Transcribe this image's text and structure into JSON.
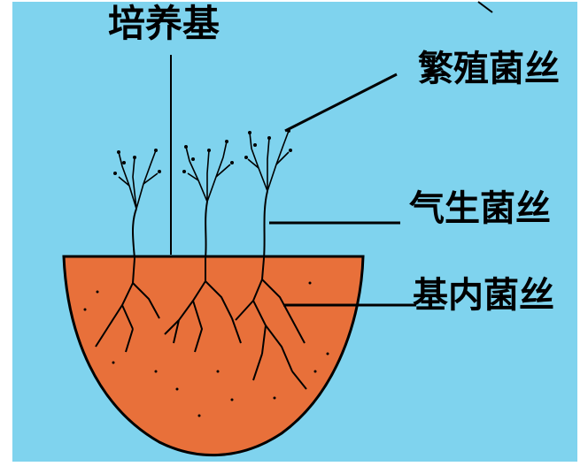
{
  "colors": {
    "background": "#7fd3ee",
    "medium": "#e8703a",
    "line": "#000000"
  },
  "labels": {
    "medium": "培养基",
    "reproductive_hyphae": "繁殖菌丝",
    "aerial_hyphae": "气生菌丝",
    "substrate_hyphae": "基内菌丝"
  }
}
